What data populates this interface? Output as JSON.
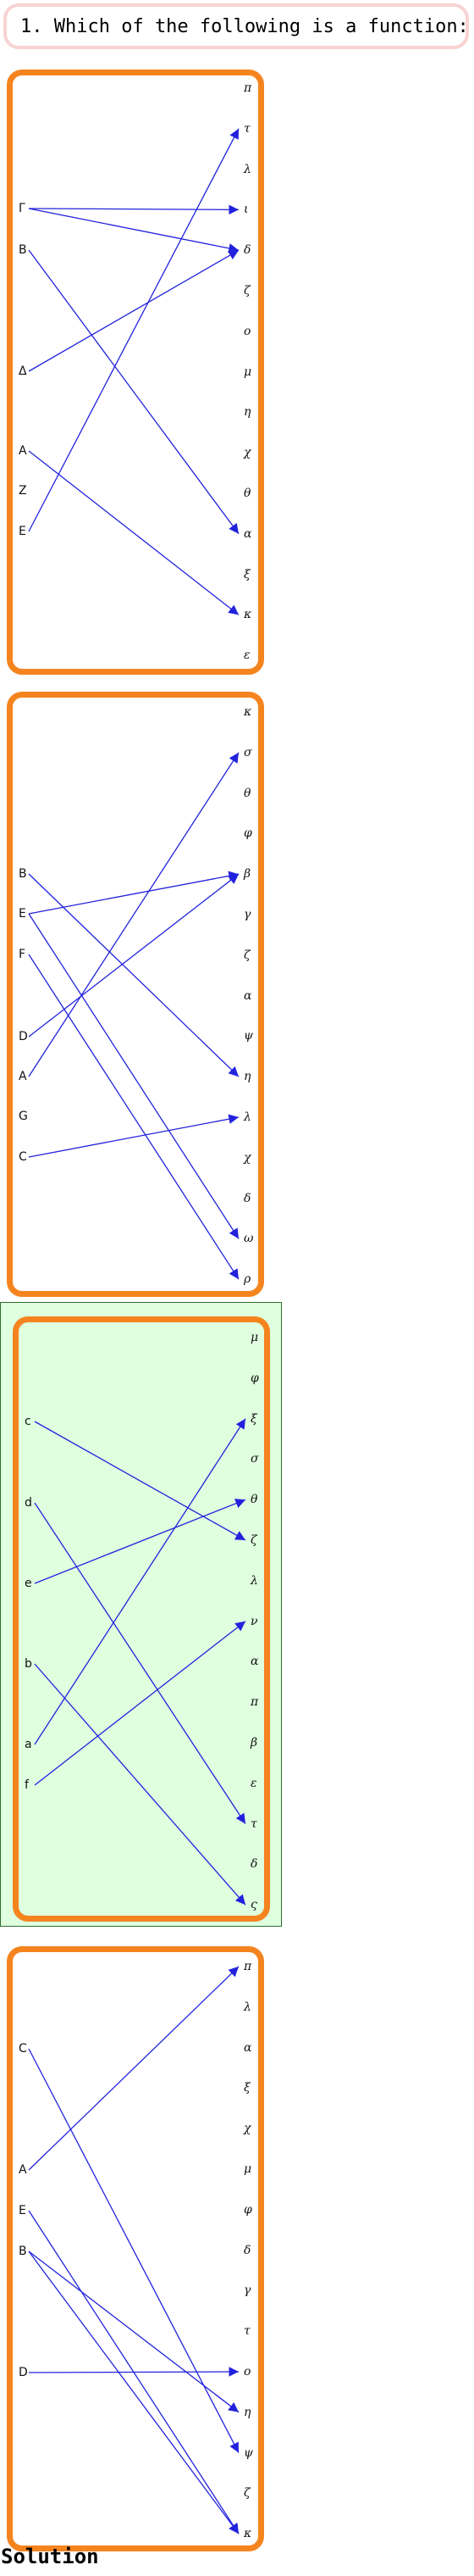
{
  "question": "1. Which of the following is a function:",
  "solution_label": "Solution",
  "colors": {
    "arrow": "#2222dd",
    "border": "#f5841f",
    "correct_bg": "#dfffdf",
    "question_border": "#f7d3d3"
  },
  "options": [
    {
      "correct": false,
      "left": [
        "Γ",
        "B",
        "Δ",
        "A",
        "Z",
        "E"
      ],
      "right": [
        "π",
        "τ",
        "λ",
        "ι",
        "δ",
        "ζ",
        "ο",
        "μ",
        "η",
        "χ",
        "θ",
        "α",
        "ξ",
        "κ",
        "ε"
      ],
      "arrows": [
        [
          0,
          3
        ],
        [
          0,
          4
        ],
        [
          1,
          11
        ],
        [
          2,
          4
        ],
        [
          3,
          13
        ],
        [
          5,
          1
        ]
      ]
    },
    {
      "correct": false,
      "left": [
        "B",
        "E",
        "F",
        "D",
        "A",
        "G",
        "C"
      ],
      "right": [
        "κ",
        "σ",
        "θ",
        "φ",
        "β",
        "γ",
        "ζ",
        "α",
        "ψ",
        "η",
        "λ",
        "χ",
        "δ",
        "ω",
        "ρ"
      ],
      "arrows": [
        [
          0,
          9
        ],
        [
          1,
          4
        ],
        [
          1,
          13
        ],
        [
          2,
          14
        ],
        [
          3,
          4
        ],
        [
          4,
          1
        ],
        [
          6,
          10
        ]
      ]
    },
    {
      "correct": true,
      "left": [
        "c",
        "d",
        "e",
        "b",
        "a",
        "f"
      ],
      "right": [
        "μ",
        "φ",
        "ξ",
        "σ",
        "θ",
        "ζ",
        "λ",
        "ν",
        "α",
        "π",
        "β",
        "ε",
        "τ",
        "δ",
        "ς"
      ],
      "arrows": [
        [
          0,
          5
        ],
        [
          1,
          12
        ],
        [
          2,
          4
        ],
        [
          3,
          14
        ],
        [
          4,
          2
        ],
        [
          5,
          7
        ]
      ]
    },
    {
      "correct": false,
      "left": [
        "C",
        "A",
        "E",
        "B",
        "D"
      ],
      "right": [
        "π",
        "λ",
        "α",
        "ξ",
        "χ",
        "μ",
        "φ",
        "δ",
        "γ",
        "τ",
        "ο",
        "η",
        "ψ",
        "ζ",
        "κ"
      ],
      "arrows": [
        [
          0,
          12
        ],
        [
          1,
          0
        ],
        [
          2,
          14
        ],
        [
          3,
          11
        ],
        [
          3,
          14
        ],
        [
          4,
          10
        ]
      ]
    }
  ]
}
